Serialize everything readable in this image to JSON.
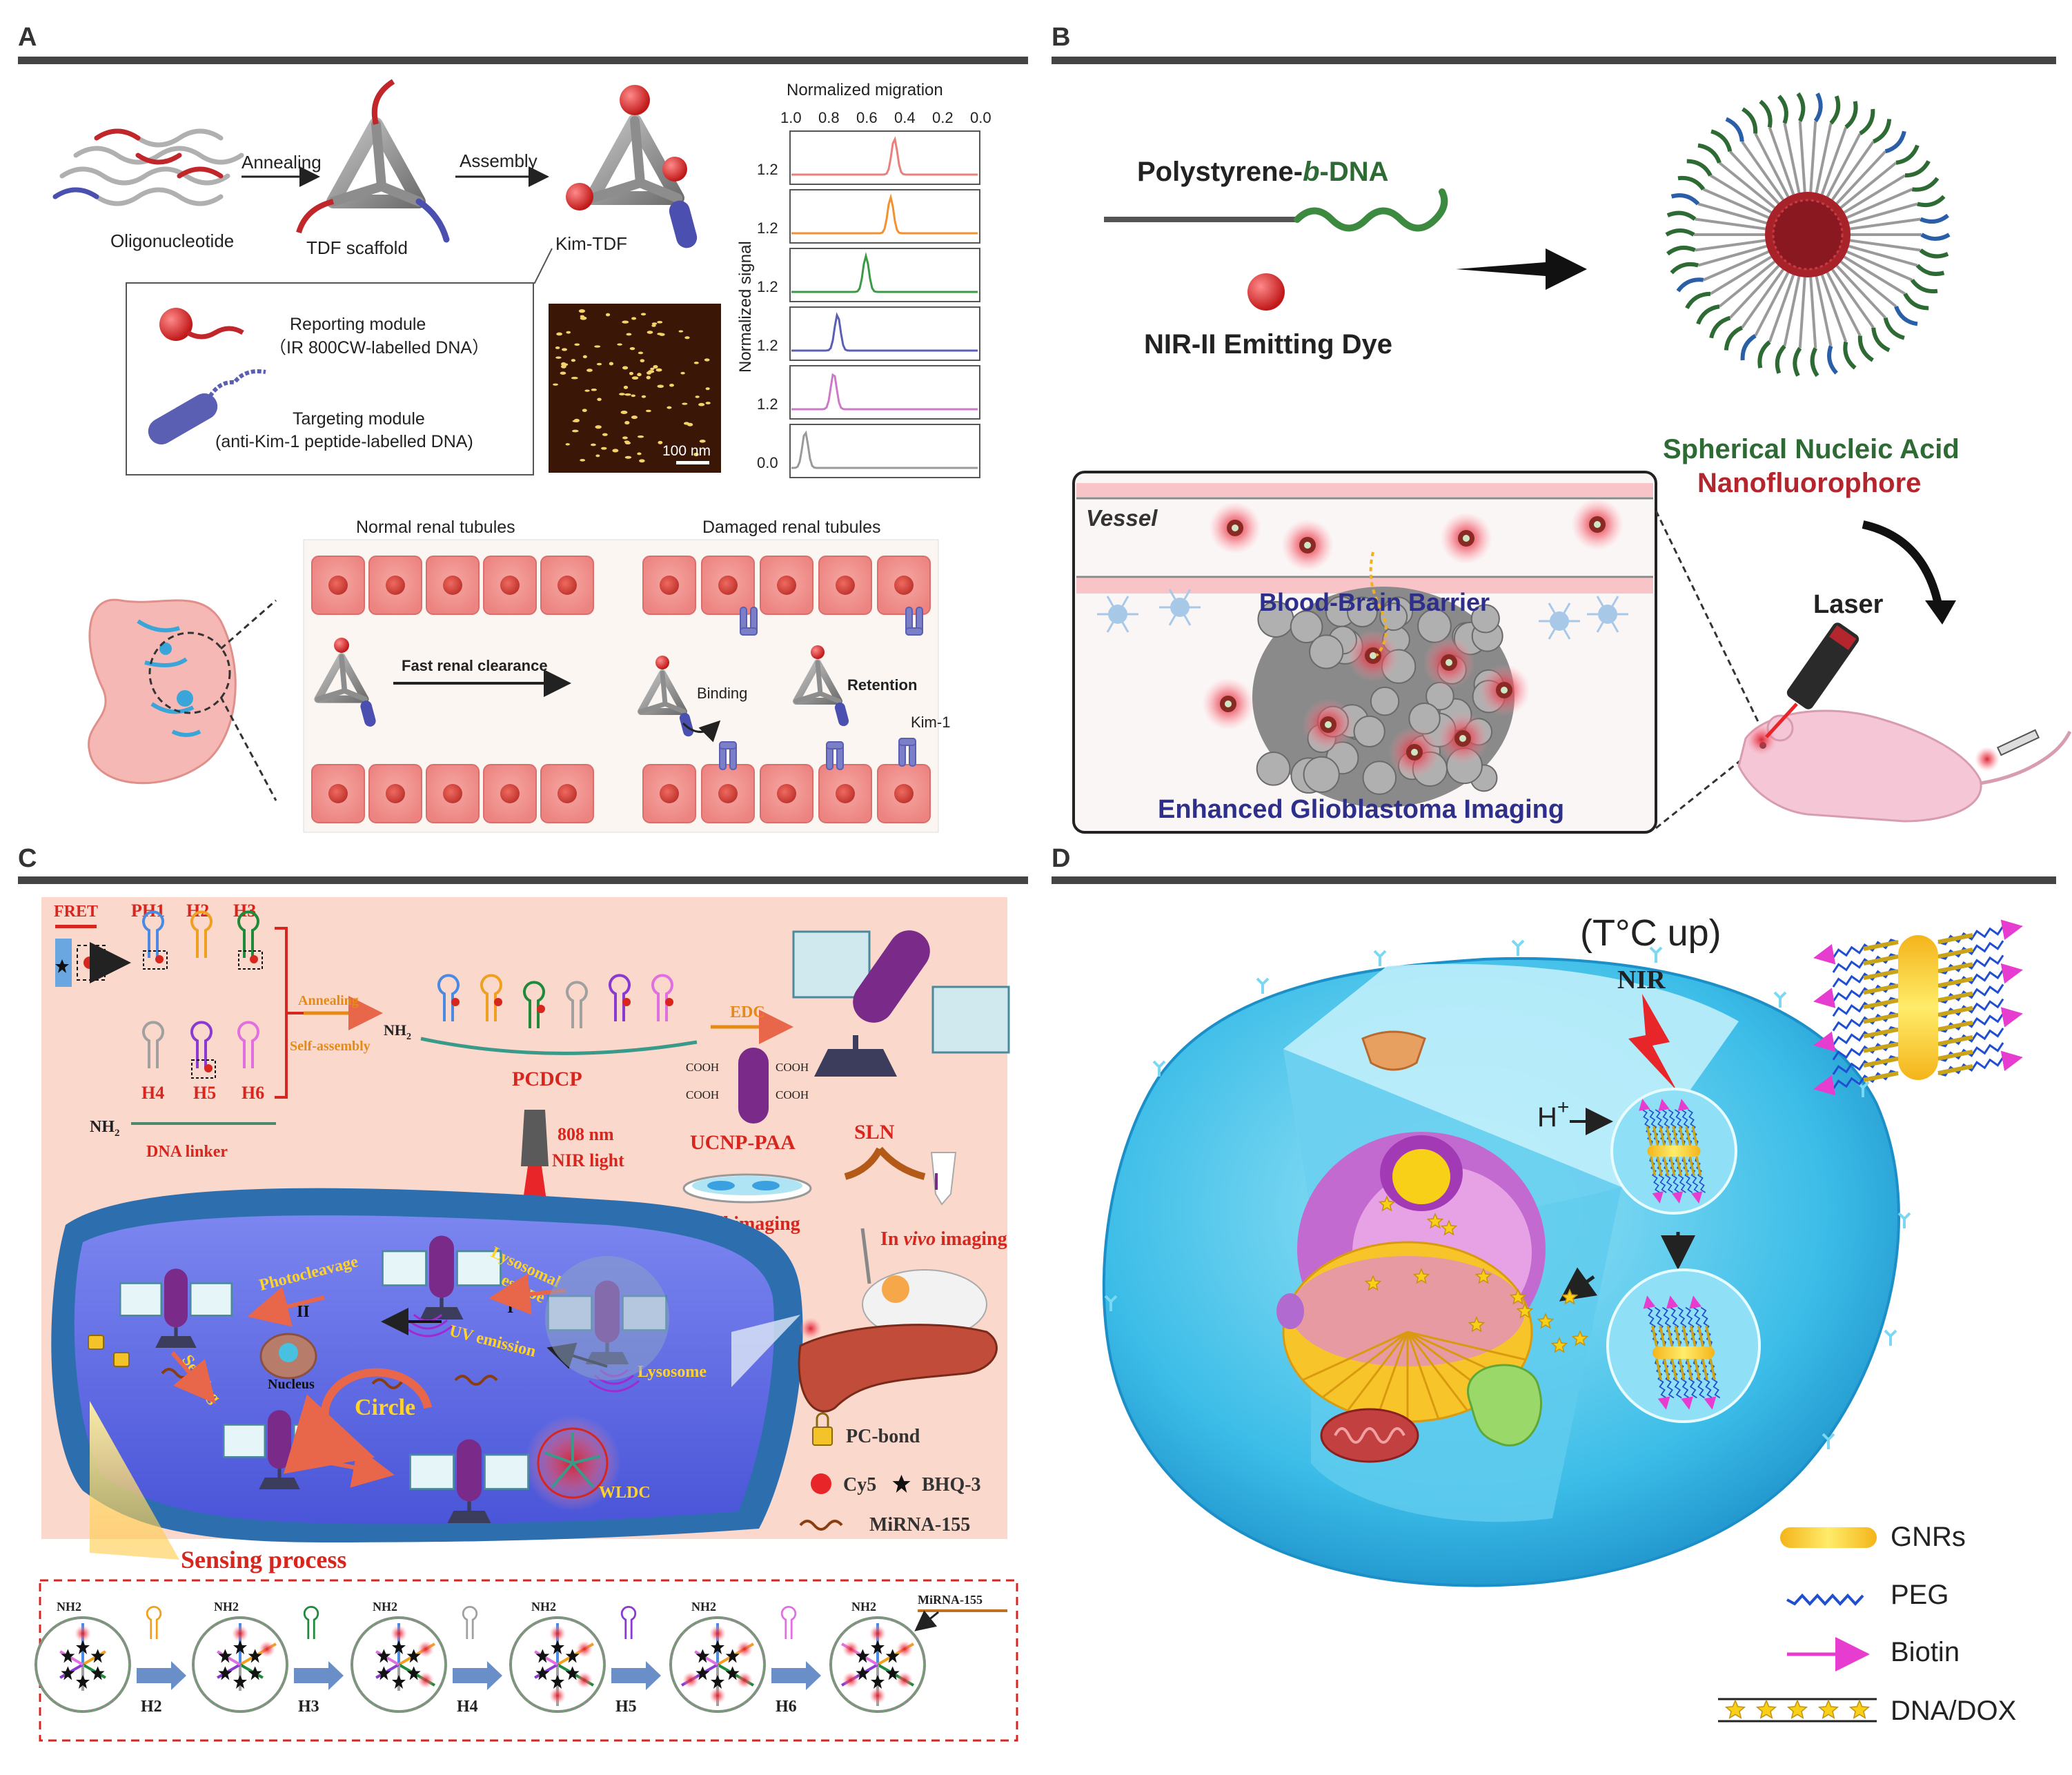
{
  "panels": {
    "A": {
      "letter": "A",
      "oligonucleotide": "Oligonucleotide",
      "annealing": "Annealing",
      "tdf_scaffold": "TDF scaffold",
      "assembly": "Assembly",
      "kim_tdf": "Kim-TDF",
      "reporting_module": "Reporting module",
      "reporting_module_detail": "（IR 800CW-labelled DNA）",
      "targeting_module": "Targeting module",
      "targeting_module_detail": "(anti-Kim-1 peptide-labelled DNA)",
      "scale_bar": "100 nm",
      "plot_title": "Normalized migration",
      "plot_ylabel": "Normalized signal",
      "normal_tubules": "Normal renal tubules",
      "damaged_tubules": "Damaged renal tubules",
      "fast_clearance": "Fast renal clearance",
      "binding": "Binding",
      "retention": "Retention",
      "kim1": "Kim-1"
    },
    "B": {
      "letter": "B",
      "ps_dna_prefix": "Polystyrene-",
      "ps_dna_b": "b",
      "ps_dna_suffix": "-DNA",
      "nir_dye": "NIR-II Emitting Dye",
      "sna_line1": "Spherical Nucleic Acid",
      "sna_line2": "Nanofluorophore",
      "vessel": "Vessel",
      "bbb": "Blood-Brain Barrier",
      "enhanced": "Enhanced Glioblastoma Imaging",
      "laser": "Laser"
    },
    "C": {
      "letter": "C",
      "fret": "FRET",
      "ph1": "PH1",
      "h2": "H2",
      "h3": "H3",
      "h4": "H4",
      "h5": "H5",
      "h6": "H6",
      "annealing": "Annealing",
      "self_assembly": "Self-assembly",
      "nh2": "NH",
      "two": "2",
      "dna_linker": "DNA linker",
      "pcdcp": "PCDCP",
      "edc": "EDC",
      "cooh": "COOH",
      "ucnp_paa": "UCNP-PAA",
      "sln": "SLN",
      "nm808": "808 nm",
      "nir_light": "NIR light",
      "cell_imaging": "Cell imaging",
      "in_vivo_a": "In ",
      "in_vivo_b": "vivo",
      "in_vivo_c": " imaging",
      "photocleavage": "Photocleavage",
      "lysosomal_escape_1": "Lysosomal",
      "lysosomal_escape_2": "escape",
      "roman_2": "II",
      "roman_1": "I",
      "uv_emission": "UV emission",
      "lysosome": "Lysosome",
      "nucleus": "Nucleus",
      "sensing": "Sensing",
      "circle": "Circle",
      "wldc": "WLDC",
      "pc_bond": "PC-bond",
      "cy5": "Cy5",
      "bhq3": "BHQ-3",
      "mirna": "MiRNA-155",
      "sensing_process": "Sensing process",
      "step_labels": [
        "H2",
        "H3",
        "H4",
        "H5",
        "H6"
      ]
    },
    "D": {
      "letter": "D",
      "temp_up": "(T°C up)",
      "nir": "NIR",
      "h_plus_h": "H",
      "h_plus_sign": "+",
      "legend": [
        "GNRs",
        "PEG",
        "Biotin",
        "DNA/DOX"
      ]
    }
  },
  "plot_A": {
    "type": "line",
    "title": "Normalized migration",
    "ylabel": "Normalized signal",
    "x_ticks": [
      "1.0",
      "0.8",
      "0.6",
      "0.4",
      "0.2",
      "0.0"
    ],
    "x_range": [
      1.0,
      0.0
    ],
    "series": [
      {
        "color": "#e8817a",
        "y_tick": "1.2",
        "peak_x": 0.45
      },
      {
        "color": "#f29130",
        "y_tick": "1.2",
        "peak_x": 0.47
      },
      {
        "color": "#3a9a45",
        "y_tick": "1.2",
        "peak_x": 0.6
      },
      {
        "color": "#5a5fb4",
        "y_tick": "1.2",
        "peak_x": 0.75
      },
      {
        "color": "#cc7ac8",
        "y_tick": "1.2",
        "peak_x": 0.77
      },
      {
        "color": "#9a9a9a",
        "y_tick": "0.0",
        "peak_x": 0.92
      }
    ]
  },
  "colors": {
    "panel_rule": "#444444",
    "sna_green": "#2e6b34",
    "sna_red": "#b3262e",
    "bbb_blue": "#2d2f8a",
    "c_red": "#d7261e",
    "c_orange": "#e68a16",
    "c_yellow_text": "#ffd32a"
  }
}
